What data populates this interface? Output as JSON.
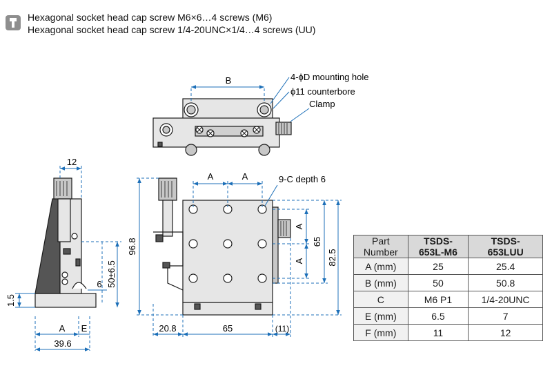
{
  "notes": [
    "Hexagonal socket head cap screw M6×6…4 screws (M6)",
    "Hexagonal socket head cap screw 1/4-20UNC×1/4…4 screws (UU)"
  ],
  "icon": "screw-note-icon",
  "callouts": {
    "mounting_hole": "4-ϕD mounting hole",
    "counterbore": "ϕ11 counterbore",
    "clamp": "Clamp",
    "tapped_holes": "9-C depth 6"
  },
  "dims": {
    "top_b": "B",
    "side_12": "12",
    "side_1_5": "1.5",
    "side_6": "6",
    "side_50": "50±6.5",
    "side_a": "A",
    "side_e": "E",
    "side_39_6": "39.6",
    "front_a1": "A",
    "front_a2": "A",
    "front_96_8": "96.8",
    "front_a_right1": "A",
    "front_a_right2": "A",
    "front_65_v": "65",
    "front_82_5": "82.5",
    "front_20_8": "20.8",
    "front_65_h": "65",
    "front_11": "(11)"
  },
  "table": {
    "header": [
      "Part\nNumber",
      "TSDS-\n653L-M6",
      "TSDS-\n653LUU"
    ],
    "rows": [
      [
        "A (mm)",
        "25",
        "25.4"
      ],
      [
        "B (mm)",
        "50",
        "50.8"
      ],
      [
        "C",
        "M6 P1",
        "1/4-20UNC"
      ],
      [
        "E (mm)",
        "6.5",
        "7"
      ],
      [
        "F (mm)",
        "11",
        "12"
      ]
    ]
  },
  "colors": {
    "line": "#1a1a1a",
    "dim_line": "#1c6fb8",
    "fill_light": "#e6e6e6",
    "fill_mid": "#c8c8c8",
    "fill_dark": "#555555",
    "header_bg": "#d9d9d9"
  }
}
